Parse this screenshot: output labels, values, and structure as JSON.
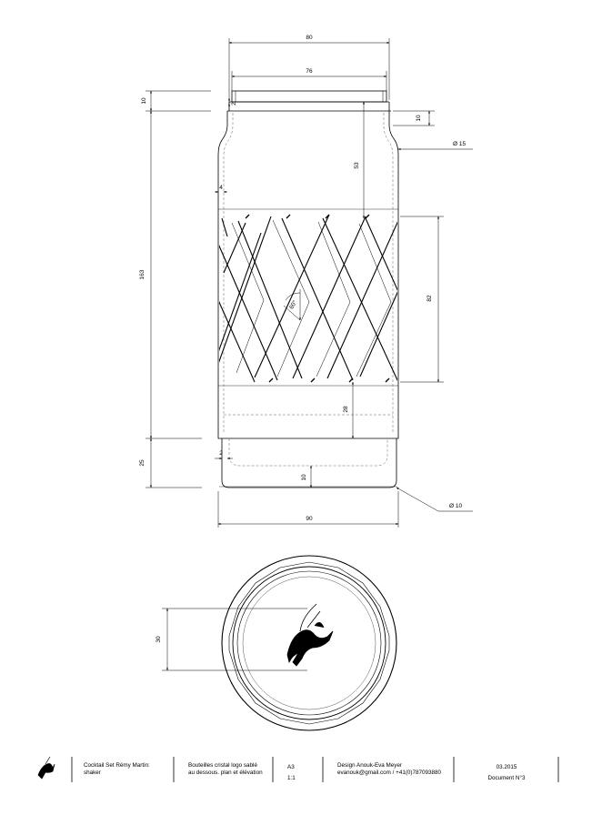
{
  "dimensions": {
    "width_top_outer": "80",
    "width_top_inner": "76",
    "neck_height": "10",
    "neck_step": "10",
    "neck_wall": "2",
    "body_height": "163",
    "upper_offset": "53",
    "chamfer": "4",
    "pattern_angle": "60°",
    "pattern_height": "82",
    "lower_offset": "28",
    "base_height": "25",
    "base_wall": "2",
    "base_inner": "10",
    "total_width": "90",
    "diameter_shoulder": "Ø 15",
    "diameter_base": "Ø 10",
    "logo_height": "30"
  },
  "title_block": {
    "project_line1": "Cocktail Set Rémy Martin:",
    "project_line2": "shaker",
    "description_line1": "Bouteilles cristal logo sablé",
    "description_line2": "au dessous. plan et élévation",
    "format": "A3",
    "scale": "1:1",
    "designer": "Design Anouk-Eva Meyer",
    "contact": "evanouk@gmail.com / +41(0)787093880",
    "date": "03.2015",
    "document": "Document N°3"
  }
}
